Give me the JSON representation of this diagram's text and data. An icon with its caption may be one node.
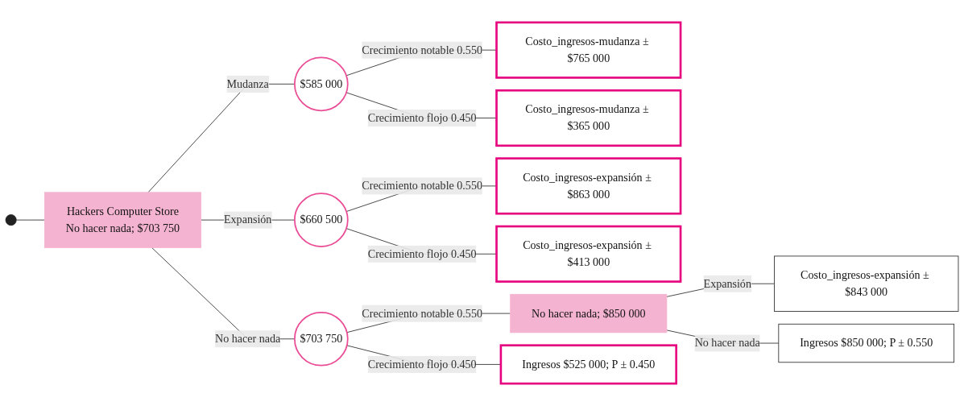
{
  "diagram": {
    "nodes": [
      {
        "text": [
          "Hackers Computer Store",
          "No hacer nada; $703 750"
        ]
      },
      {
        "text": [
          "$585 000"
        ]
      },
      {
        "text": [
          "Costo_ingresos-mudanza ± $765 000"
        ]
      },
      {
        "text": [
          "Costo_ingresos-mudanza ± $365 000"
        ]
      },
      {
        "text": [
          "$660 500"
        ]
      },
      {
        "text": [
          "Costo_ingresos-expansión ± $863 000"
        ]
      },
      {
        "text": [
          "Costo_ingresos-expansión ± $413 000"
        ]
      },
      {
        "text": [
          "$703 750"
        ]
      },
      {
        "text": [
          "No hacer nada; $850 000"
        ]
      },
      {
        "text": [
          "Costo_ingresos-expansión ± $843 000"
        ]
      },
      {
        "text": [
          "Ingresos $850 000; P ± 0.550"
        ]
      },
      {
        "text": [
          "Ingresos $525 000; P ± 0.450"
        ]
      }
    ],
    "edges": [
      {
        "from": null,
        "to": 0,
        "arrow": "none"
      },
      {
        "from": 0,
        "to": 1,
        "arrow": "none",
        "label": "Mudanza"
      },
      {
        "from": 0,
        "to": 4,
        "arrow": "none",
        "label": "Expansión"
      },
      {
        "from": 0,
        "to": 7,
        "arrow": "none",
        "label": "No hacer nada"
      },
      {
        "from": 1,
        "to": 2,
        "arrow": "none",
        "label": "Crecimiento notable 0.550"
      },
      {
        "from": 1,
        "to": 3,
        "arrow": "none",
        "label": "Crecimiento flojo 0.450"
      },
      {
        "from": 4,
        "to": 5,
        "arrow": "none",
        "label": "Crecimiento notable 0.550"
      },
      {
        "from": 4,
        "to": 6,
        "arrow": "none",
        "label": "Crecimiento flojo 0.450"
      },
      {
        "from": 7,
        "to": 8,
        "arrow": "none",
        "label": "Crecimiento notable 0.550"
      },
      {
        "from": 7,
        "to": 11,
        "arrow": "none",
        "label": "Crecimiento flojo 0.450"
      },
      {
        "from": 8,
        "to": 9,
        "arrow": "none",
        "label": "Expansión"
      },
      {
        "from": 8,
        "to": 10,
        "arrow": "none",
        "label": "No hacer nada"
      }
    ]
  }
}
